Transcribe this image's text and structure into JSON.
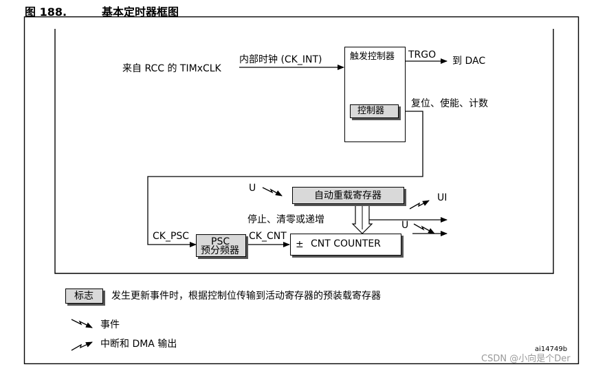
{
  "figure": {
    "number": "图 188.",
    "title": "基本定时器框图",
    "code": "ai14749b"
  },
  "labels": {
    "source": "来自 RCC 的 TIMxCLK",
    "ck_int": "内部时钟 (CK_INT)",
    "trigger_ctrl": "触发控制器",
    "controller": "控制器",
    "trgo": "TRGO",
    "to_dac": "到 DAC",
    "reset": "复位、使能、计数",
    "u_in": "U",
    "auto_reload": "自动重载寄存器",
    "ui": "UI",
    "u_out": "U",
    "stop_clear": "停止、清零或递增",
    "ck_psc": "CK_PSC",
    "psc": "PSC",
    "prescaler": "预分频器",
    "ck_cnt": "CK_CNT",
    "pm": "±",
    "cnt": "CNT COUNTER"
  },
  "legend": {
    "flag": "标志",
    "flag_desc": "发生更新事件时，根据控制位传输到活动寄存器的预装载寄存器",
    "event": "事件",
    "interrupt": "中断和 DMA 输出"
  },
  "watermark": "CSDN @小向是个Der"
}
